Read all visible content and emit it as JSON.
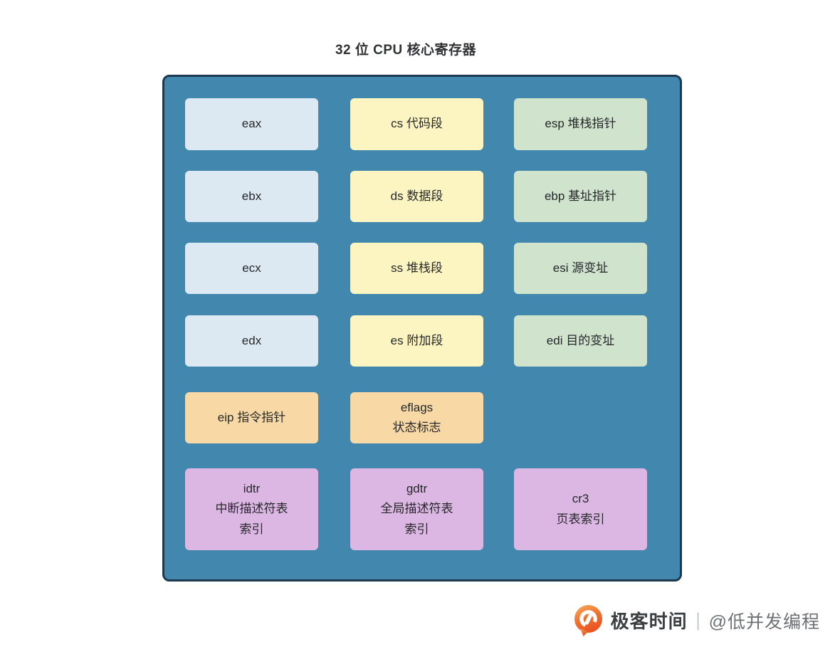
{
  "title": "32 位 CPU 核心寄存器",
  "palette": {
    "canvas_bg": "#ffffff",
    "container_bg": "#4287ad",
    "container_border": "#1c3950",
    "box_blue": "#dde9f2",
    "box_yellow": "#fcf5c1",
    "box_green": "#cfe3cd",
    "box_orange": "#f8d9a6",
    "box_purple": "#dcb7e3",
    "box_text": "#26282a",
    "logo_orange": "#ee6d2d"
  },
  "registers": [
    {
      "id": "eax",
      "label": "eax",
      "color": "blue"
    },
    {
      "id": "cs",
      "label": "cs 代码段",
      "color": "yellow"
    },
    {
      "id": "esp",
      "label": "esp 堆栈指针",
      "color": "green"
    },
    {
      "id": "ebx",
      "label": "ebx",
      "color": "blue"
    },
    {
      "id": "ds",
      "label": "ds 数据段",
      "color": "yellow"
    },
    {
      "id": "ebp",
      "label": "ebp 基址指针",
      "color": "green"
    },
    {
      "id": "ecx",
      "label": "ecx",
      "color": "blue"
    },
    {
      "id": "ss",
      "label": "ss 堆栈段",
      "color": "yellow"
    },
    {
      "id": "esi",
      "label": "esi 源变址",
      "color": "green"
    },
    {
      "id": "edx",
      "label": "edx",
      "color": "blue"
    },
    {
      "id": "es",
      "label": "es 附加段",
      "color": "yellow"
    },
    {
      "id": "edi",
      "label": "edi 目的变址",
      "color": "green"
    },
    {
      "id": "eip",
      "label": "eip 指令指针",
      "color": "orange"
    },
    {
      "id": "eflags",
      "label": "eflags\n状态标志",
      "color": "orange"
    },
    {
      "id": "idtr",
      "label": "idtr\n中断描述符表\n索引",
      "color": "purple"
    },
    {
      "id": "gdtr",
      "label": "gdtr\n全局描述符表\n索引",
      "color": "purple"
    },
    {
      "id": "cr3",
      "label": "cr3\n页表索引",
      "color": "purple"
    }
  ],
  "footer": {
    "logo": "geektime-logo",
    "brand": "极客时间",
    "separator": "|",
    "handle": "@低并发编程"
  }
}
